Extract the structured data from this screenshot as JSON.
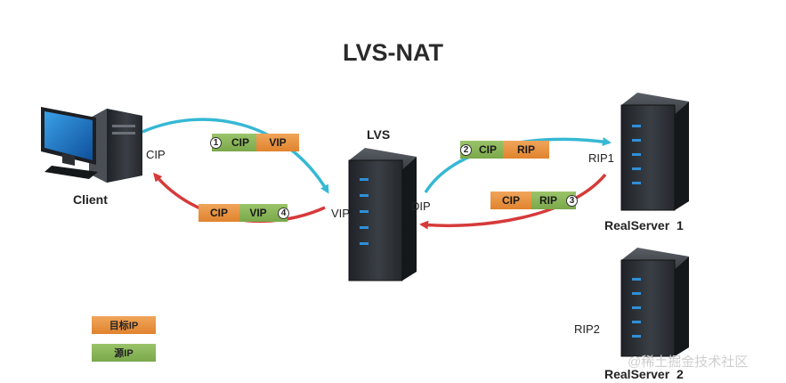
{
  "title": "LVS-NAT",
  "nodes": {
    "client": "Client",
    "lvs": "LVS",
    "real_server_1": "RealServer  1",
    "real_server_2": "RealServer  2"
  },
  "ip_labels": {
    "cip": "CIP",
    "vip": "VIP",
    "dip": "DIP",
    "rip1": "RIP1",
    "rip2": "RIP2"
  },
  "packets": [
    {
      "step": "1",
      "src": "CIP",
      "dst": "VIP"
    },
    {
      "step": "2",
      "src": "CIP",
      "dst": "RIP"
    },
    {
      "step": "3",
      "src": "CIP",
      "dst": "RIP"
    },
    {
      "step": "4",
      "src": "CIP",
      "dst": "VIP"
    }
  ],
  "legend": {
    "dest_ip": "目标IP",
    "src_ip": "源IP"
  },
  "colors": {
    "src_ip": "#7aa84a",
    "dest_ip": "#e0832e",
    "request_arrow": "#35b8d4",
    "response_arrow": "#d63a3a"
  },
  "watermark": "@稀土掘金技术社区"
}
